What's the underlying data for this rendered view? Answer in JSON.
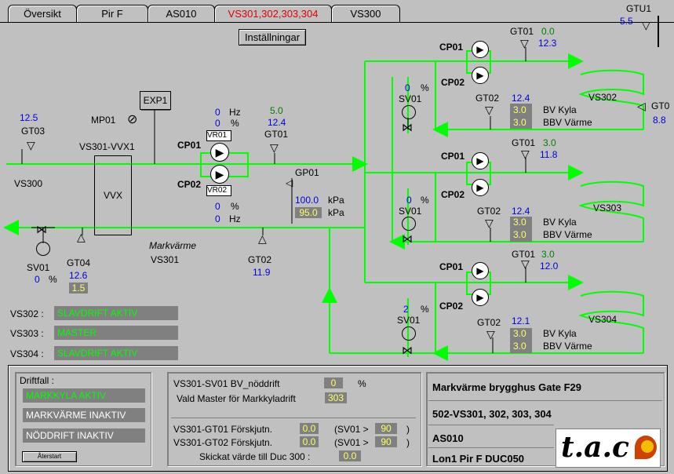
{
  "tabs": [
    "Översikt",
    "Pir F",
    "AS010",
    "VS301,302,303,304",
    "VS300"
  ],
  "settings_button": "Inställningar",
  "gtu1": {
    "label": "GTU1",
    "value": "5.5"
  },
  "gt0_right": {
    "label": "GT0",
    "value": "8.8"
  },
  "left": {
    "gt03_value": "12.5",
    "gt03_label": "GT03",
    "vs300": "VS300",
    "mp01": "MP01",
    "exp1": "EXP1",
    "vvx_unit": "VS301-VVX1",
    "vvx": "VVX",
    "cp01": "CP01",
    "cp02": "CP02",
    "vr01": "VR01",
    "vr02": "VR02",
    "cp01_hz": "0",
    "cp01_pct": "0",
    "cp02_pct": "0",
    "cp02_hz": "0",
    "hz": "Hz",
    "pct": "%",
    "gt01_green": "5.0",
    "gt01_blue": "12.4",
    "gt01_label": "GT01",
    "gp01": "GP01",
    "gp01_kpa1": "100.0",
    "gp01_kpa2": "95.0",
    "kpa": "kPa",
    "markvarme": "Markvärme",
    "vs301": "VS301",
    "gt02_label": "GT02",
    "gt02_value": "11.9",
    "sv01": "SV01",
    "sv01_value": "0",
    "sv01_pct": "%",
    "gt04_label": "GT04",
    "gt04_value": "12.6",
    "gt04_box": "1.5"
  },
  "circuits": [
    {
      "sv_value": "0",
      "cp01": "CP01",
      "cp02": "CP02",
      "gt01_green": "0.0",
      "gt01_blue": "12.3",
      "gt02_blue": "12.4",
      "bv": "3.0",
      "bbv": "3.0",
      "name": "VS302"
    },
    {
      "sv_value": "0",
      "cp01": "CP01",
      "cp02": "CP02",
      "gt01_green": "3.0",
      "gt01_blue": "11.8",
      "gt02_blue": "12.4",
      "bv": "3.0",
      "bbv": "3.0",
      "name": "VS303"
    },
    {
      "sv_value": "2",
      "cp01": "CP01",
      "cp02": "CP02",
      "gt01_green": "3.0",
      "gt01_blue": "12.0",
      "gt02_blue": "12.1",
      "bv": "3.0",
      "bbv": "3.0",
      "name": "VS304"
    }
  ],
  "circuit_labels": {
    "sv": "SV01",
    "gt01": "GT01",
    "gt02": "GT02",
    "bv": "BV Kyla",
    "bbv": "BBV Värme",
    "pct": "%"
  },
  "modes": [
    {
      "label": "VS302 :",
      "status": "SLAVDRIFT AKTIV"
    },
    {
      "label": "VS303 :",
      "status": "MASTER"
    },
    {
      "label": "VS304 :",
      "status": "SLAVDRIFT AKTIV"
    }
  ],
  "driftfall": {
    "title": "Driftfall :",
    "items": [
      "MARKKYLA AKTIV",
      "MARKVÄRME INAKTIV",
      "NÖDDRIFT INAKTIV"
    ],
    "reset": "Återstart"
  },
  "middle_panel": {
    "sv01_label": "VS301-SV01 BV_nöddrift",
    "sv01_value": "0",
    "sv01_unit": "%",
    "master_label": "Vald Master för Markkyladrift",
    "master_value": "303",
    "gt01_label": "VS301-GT01 Förskjutn.",
    "gt01_value": "0.0",
    "gt01_cond": "(SV01 >",
    "gt01_limit": "90",
    "gt01_close": ")",
    "gt02_label": "VS301-GT02 Förskjutn.",
    "gt02_value": "0.0",
    "gt02_cond": "(SV01 >",
    "gt02_limit": "90",
    "gt02_close": ")",
    "sent_label": "Skickat värde till Duc 300 :",
    "sent_value": "0.0"
  },
  "info_panel": {
    "line1": "Markvärme  brygghus Gate F29",
    "line2": "502-VS301, 302, 303, 304",
    "line3": "AS010",
    "line4": "Lon1 Pir F DUC050",
    "logo": "t.a.c"
  },
  "colors": {
    "pipe": "#00ff00",
    "value_blue": "#0000e0",
    "value_green": "#008000",
    "box_bg": "#808080",
    "box_text": "#ffff66",
    "active_tab": "#e00000"
  }
}
